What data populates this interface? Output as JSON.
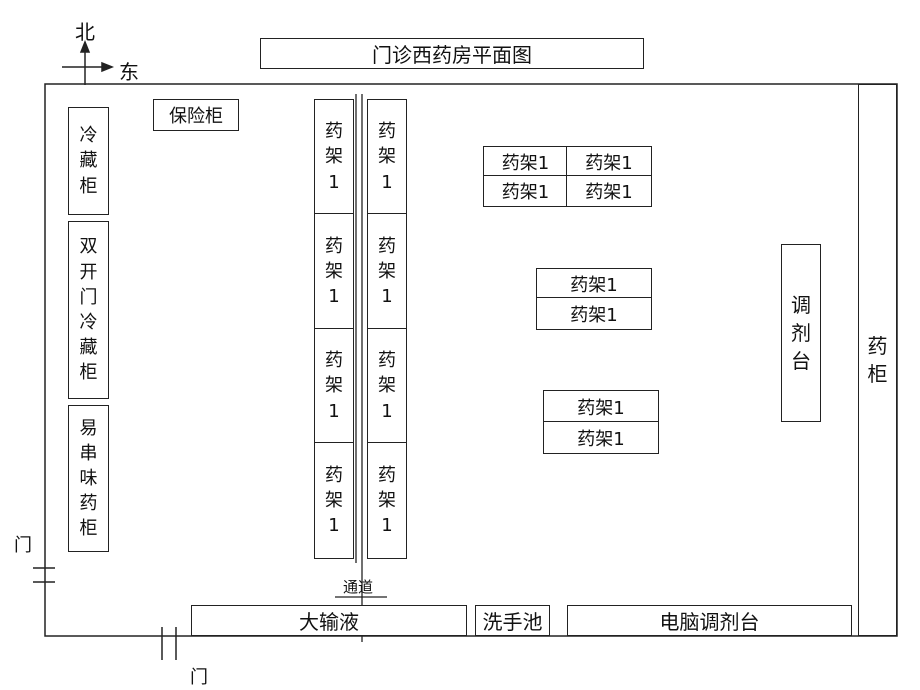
{
  "title": "门诊西药房平面图",
  "compass": {
    "north": "北",
    "east": "东"
  },
  "doors": {
    "left": "门",
    "bottom": "门"
  },
  "west_column": {
    "cold_cabinet": "冷\n藏\n柜",
    "double_door_fridge": "双\n开\n门\n冷\n藏\n柜",
    "controlled_cabinet": "易\n串\n味\n药\n柜"
  },
  "safe": "保险柜",
  "shelf_vertical": "药\n架\n1",
  "shelf_label": "药架1",
  "aisle": "通道",
  "dispensing_table": "调\n剂\n台",
  "medicine_cabinet": "药\n柜",
  "south_row": {
    "infusion": "大输液",
    "sink": "洗手池",
    "computer_table": "电脑调剂台"
  }
}
